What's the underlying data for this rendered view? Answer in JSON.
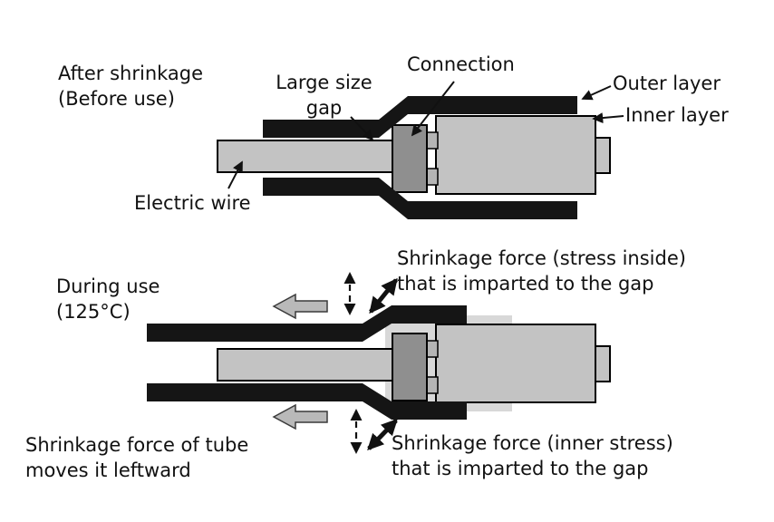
{
  "colors": {
    "tube": "#151515",
    "metal": "#c3c3c3",
    "connection": "#8f8f8f",
    "tab": "#b5b5b5",
    "ghost": "#d8d8d8",
    "arrow_gray": "#b9b9b9",
    "text": "#111111"
  },
  "top_diagram": {
    "state_label": "After shrinkage\n(Before use)",
    "gap_label": "Large size\ngap",
    "connection_label": "Connection",
    "outer_layer_label": "Outer layer",
    "inner_layer_label": "Inner layer",
    "electric_wire_label": "Electric wire"
  },
  "bottom_diagram": {
    "state_label": "During use\n(125°C)",
    "force_top_label": "Shrinkage force (stress inside)\nthat is imparted to the gap",
    "force_bottom_label": "Shrinkage force (inner stress)\nthat is imparted to the gap",
    "tube_force_label": "Shrinkage force of tube\nmoves it leftward"
  }
}
